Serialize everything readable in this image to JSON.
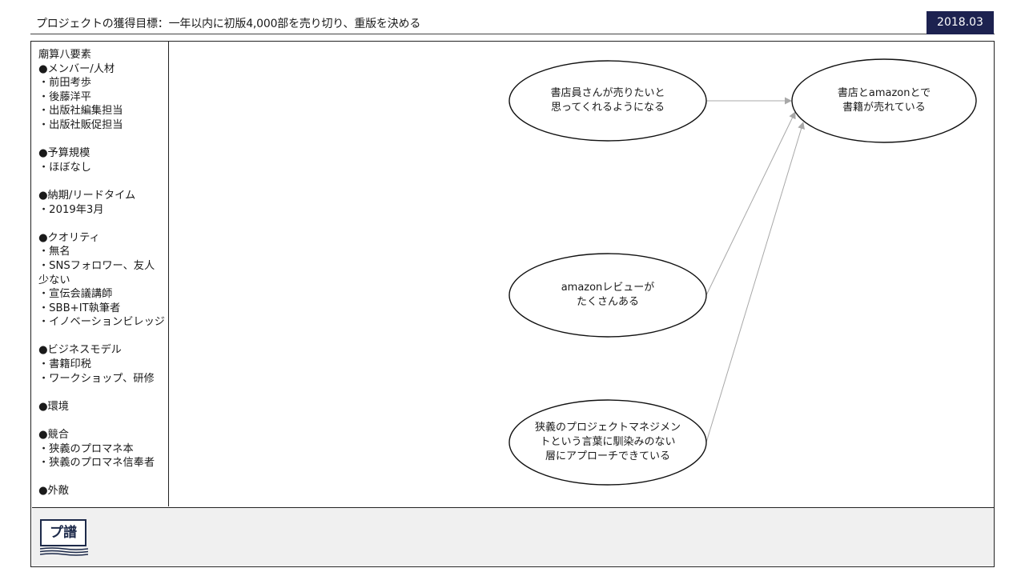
{
  "header": {
    "title": "プロジェクトの獲得目標：一年以内に初版4,000部を売り切り、重版を決める",
    "date": "2018.03"
  },
  "sidebar": {
    "lines": [
      "廟算八要素",
      "●メンバー/人材",
      "・前田考歩",
      "・後藤洋平",
      "・出版社編集担当",
      "・出版社販促担当",
      "",
      "●予算規模",
      "・ほぼなし",
      "",
      "●納期/リードタイム",
      "・2019年3月",
      "",
      "●クオリティ",
      "・無名",
      "・SNSフォロワー、友人",
      "少ない",
      "・宣伝会議講師",
      "・SBB+IT執筆者",
      "・イノベーションビレッジ",
      "",
      "●ビジネスモデル",
      "・書籍印税",
      "・ワークショップ、研修",
      "",
      "●環境",
      "",
      "●競合",
      "・狭義のプロマネ本",
      "・狭義のプロマネ信奉者",
      "",
      "●外敵"
    ]
  },
  "diagram": {
    "nodes": [
      {
        "id": "goal",
        "label": "書店とamazonとで\n書籍が売れている"
      },
      {
        "id": "bookstore",
        "label": "書店員さんが売りたいと\n思ってくれるようになる"
      },
      {
        "id": "reviews",
        "label": "amazonレビューが\nたくさんある"
      },
      {
        "id": "audience",
        "label": "狭義のプロジェクトマネジメン\nトという言葉に馴染みのない\n層にアプローチできている"
      }
    ],
    "edges": [
      {
        "from": "bookstore",
        "to": "goal"
      },
      {
        "from": "reviews",
        "to": "goal"
      },
      {
        "from": "audience",
        "to": "goal"
      }
    ],
    "edge_color": "#a8a8a8"
  },
  "footer": {
    "logo_text": "プ譜"
  },
  "colors": {
    "badge_bg": "#1d2250",
    "footer_bg": "#f0f0f0",
    "logo": "#1d2a4a"
  }
}
